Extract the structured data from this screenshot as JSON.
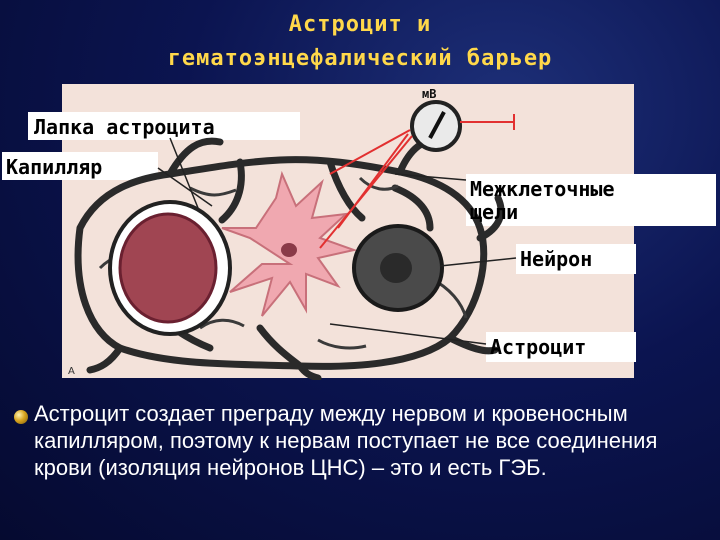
{
  "slide": {
    "title_line1": "Астроцит и",
    "title_line2": "гематоэнцефалический барьер",
    "body_text": "Астроцит создает преграду между нервом и кровеносным капилляром, поэтому к нервам поступает не все соединения крови (изоляция нейронов ЦНС) – это и есть ГЭБ."
  },
  "figure": {
    "labels": {
      "astrocyte_foot": "Лапка астроцита",
      "capillary": "Капилляр",
      "intercellular_1": "Межклеточные",
      "intercellular_2": "щели",
      "neuron": "Нейрон",
      "astrocyte": "Астроцит",
      "meter": "мВ",
      "panel_letter": "A"
    },
    "colors": {
      "background": "#f3e2da",
      "capillary_blood": "#a04552",
      "astrocyte": "#f0a8b0",
      "neuron": "#4a4a4a",
      "electrode": "#e23030"
    }
  }
}
